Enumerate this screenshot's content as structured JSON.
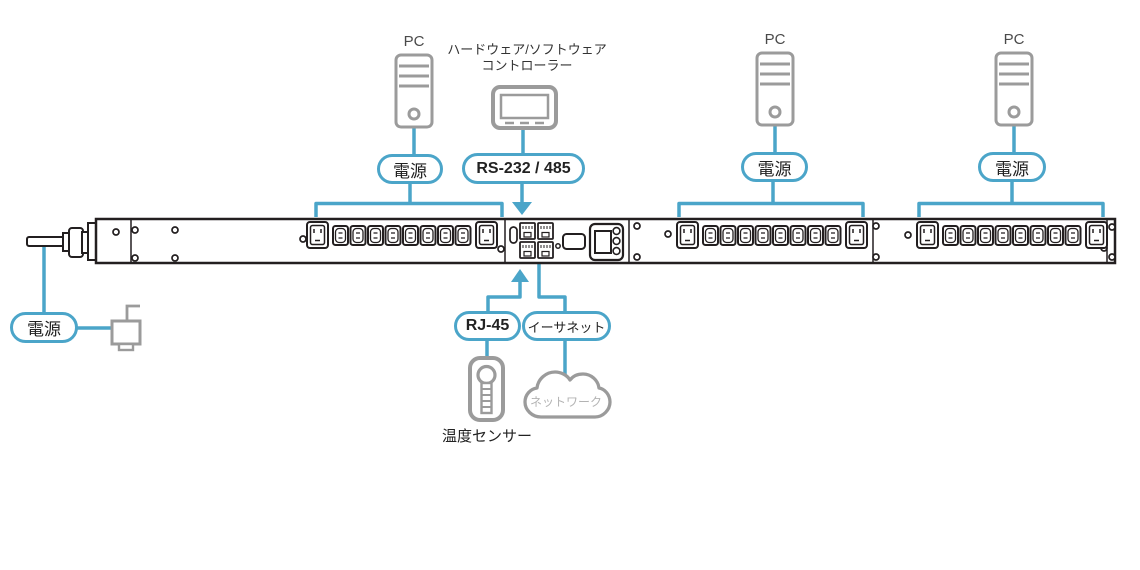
{
  "colors": {
    "accent_blue": "#4BA5C9",
    "icon_gray": "#9B9B9B",
    "outline_dark": "#231F20",
    "text_dark": "#222222",
    "cloud_text_gray": "#B3B3B3"
  },
  "labels": {
    "pc_1": "PC",
    "pc_2": "PC",
    "pc_3": "PC",
    "controller": "ハードウェア/ソフトウェア\nコントローラー",
    "power_pc1": "電源",
    "power_pc2": "電源",
    "power_pc3": "電源",
    "power_input": "電源",
    "rs232": "RS-232 / 485",
    "rj45": "RJ-45",
    "ethernet": "イーサネット",
    "temperature_sensor": "温度センサー",
    "network": "ネットワーク"
  },
  "icons": {
    "pdu": "pdu-strip",
    "outlets": [
      "c19-outlet",
      "c13-outlet"
    ],
    "pc": "pc-tower-icon",
    "controller": "controller-icon",
    "plug": "power-plug-icon",
    "sensor": "temperature-sensor-icon",
    "cloud": "network-cloud-icon"
  }
}
